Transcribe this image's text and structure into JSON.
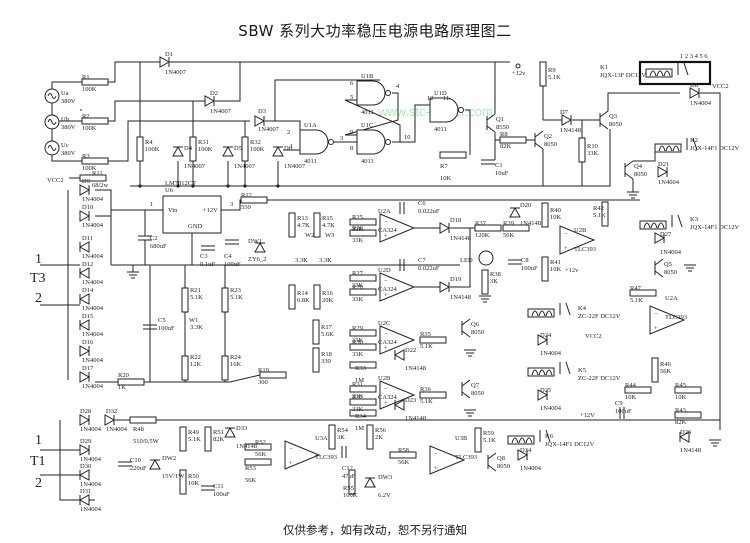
{
  "title": "SBW 系列大功率稳压电源电路原理图二",
  "footer": "仅供参考，如有改动，恕不另行通知",
  "watermark": "www.stc-power.com",
  "power_labels": {
    "vcc2": "VCC2",
    "p12v": "+12V",
    "p12v_lower": "+12v"
  },
  "terminals": {
    "t3": {
      "name": "T3",
      "pin1": "1",
      "pin2": "2"
    },
    "t1": {
      "name": "T1",
      "pin1": "1",
      "pin2": "2"
    }
  },
  "sources": [
    {
      "ref": "Ua",
      "value": "380V"
    },
    {
      "ref": "Ub",
      "value": "380V"
    },
    {
      "ref": "Uc",
      "value": "380V"
    }
  ],
  "resistors": [
    {
      "ref": "R1",
      "value": "100K"
    },
    {
      "ref": "R2",
      "value": "100K"
    },
    {
      "ref": "R3",
      "value": "100K"
    },
    {
      "ref": "R4",
      "value": "100K"
    },
    {
      "ref": "R31",
      "value": "100K"
    },
    {
      "ref": "R32",
      "value": "100K"
    },
    {
      "ref": "R7",
      "value": "10K"
    },
    {
      "ref": "R8",
      "value": "82K"
    },
    {
      "ref": "R9",
      "value": "5.1K"
    },
    {
      "ref": "R10",
      "value": "33K"
    },
    {
      "ref": "R11",
      "value": "68/2w"
    },
    {
      "ref": "R12",
      "value": "550"
    },
    {
      "ref": "R13",
      "value": "4.7K"
    },
    {
      "ref": "R14",
      "value": "6.8K"
    },
    {
      "ref": "R15",
      "value": "4.7K"
    },
    {
      "ref": "R16",
      "value": "20K"
    },
    {
      "ref": "R17",
      "value": "5.6K"
    },
    {
      "ref": "R18",
      "value": "330"
    },
    {
      "ref": "R19",
      "value": "300"
    },
    {
      "ref": "R20",
      "value": "1K"
    },
    {
      "ref": "R21",
      "value": "5.1K"
    },
    {
      "ref": "R22",
      "value": "12K"
    },
    {
      "ref": "R23",
      "value": "5.1K"
    },
    {
      "ref": "R24",
      "value": "16K"
    },
    {
      "ref": "R25",
      "value": "33K"
    },
    {
      "ref": "R26",
      "value": "33K"
    },
    {
      "ref": "R27",
      "value": "33K"
    },
    {
      "ref": "R28",
      "value": "33K"
    },
    {
      "ref": "R29",
      "value": "33K"
    },
    {
      "ref": "R30",
      "value": "33K"
    },
    {
      "ref": "R31b",
      "value": "33K"
    },
    {
      "ref": "R32b",
      "value": "33K"
    },
    {
      "ref": "R33",
      "value": "1M"
    },
    {
      "ref": "R34",
      "value": "1M"
    },
    {
      "ref": "R35",
      "value": "5.1K"
    },
    {
      "ref": "R36",
      "value": "5.1K"
    },
    {
      "ref": "R37",
      "value": "120K"
    },
    {
      "ref": "R38",
      "value": "3K"
    },
    {
      "ref": "R39",
      "value": "56K"
    },
    {
      "ref": "R40",
      "value": "10K"
    },
    {
      "ref": "R41",
      "value": "10K"
    },
    {
      "ref": "R42",
      "value": "5.1K"
    },
    {
      "ref": "R43",
      "value": "82K"
    },
    {
      "ref": "R44",
      "value": "10K"
    },
    {
      "ref": "R45",
      "value": "10K"
    },
    {
      "ref": "R46",
      "value": "56K"
    },
    {
      "ref": "R47",
      "value": "5.1K"
    },
    {
      "ref": "R48",
      "value": "510/0.5W"
    },
    {
      "ref": "R49",
      "value": "5.1K"
    },
    {
      "ref": "R50",
      "value": "10K"
    },
    {
      "ref": "R51",
      "value": "82K"
    },
    {
      "ref": "R52",
      "value": "56K"
    },
    {
      "ref": "R53",
      "value": "56K"
    },
    {
      "ref": "R54",
      "value": "3K"
    },
    {
      "ref": "R55",
      "value": "100K"
    },
    {
      "ref": "R56",
      "value": "2K"
    },
    {
      "ref": "R58",
      "value": "56K"
    },
    {
      "ref": "R59",
      "value": "5.1K"
    }
  ],
  "pots": [
    {
      "ref": "W1",
      "value": "3.3K"
    },
    {
      "ref": "W2",
      "value": "3.3K"
    },
    {
      "ref": "W3",
      "value": "3.3K"
    }
  ],
  "capacitors": [
    {
      "ref": "C1",
      "value": "10uF"
    },
    {
      "ref": "C2",
      "value": "680uF"
    },
    {
      "ref": "C3",
      "value": "0.1uF"
    },
    {
      "ref": "C4",
      "value": "100uF"
    },
    {
      "ref": "C5",
      "value": "100uF"
    },
    {
      "ref": "C6",
      "value": "0.022uF"
    },
    {
      "ref": "C7",
      "value": "0.022uF"
    },
    {
      "ref": "C8",
      "value": "100uF"
    },
    {
      "ref": "C9",
      "value": "100uF"
    },
    {
      "ref": "C10",
      "value": "220uF"
    },
    {
      "ref": "C11",
      "value": "100uF"
    },
    {
      "ref": "C12",
      "value": "47uF"
    }
  ],
  "diodes": [
    {
      "ref": "D1",
      "value": "1N4007"
    },
    {
      "ref": "D2",
      "value": "1N4007"
    },
    {
      "ref": "D3",
      "value": "1N4007"
    },
    {
      "ref": "D4",
      "value": "1N4007"
    },
    {
      "ref": "D5",
      "value": "1N4007"
    },
    {
      "ref": "D6",
      "value": "1N4007"
    },
    {
      "ref": "D7",
      "value": "1N4148"
    },
    {
      "ref": "D8",
      "value": "1N4004"
    },
    {
      "ref": "D9",
      "value": "1N4004"
    },
    {
      "ref": "D10",
      "value": "1N4004"
    },
    {
      "ref": "D11",
      "value": "1N4004"
    },
    {
      "ref": "D12",
      "value": "1N4004"
    },
    {
      "ref": "D14",
      "value": "1N4004"
    },
    {
      "ref": "D15",
      "value": "1N4004"
    },
    {
      "ref": "D16",
      "value": "1N4004"
    },
    {
      "ref": "D17",
      "value": "1N4004"
    },
    {
      "ref": "D18",
      "value": "1N4148"
    },
    {
      "ref": "D19",
      "value": "1N4148"
    },
    {
      "ref": "D20",
      "value": "1N4148"
    },
    {
      "ref": "D21",
      "value": "1N4004"
    },
    {
      "ref": "D22",
      "value": "1N4148"
    },
    {
      "ref": "D23",
      "value": "1N4148"
    },
    {
      "ref": "D24",
      "value": "1N4004"
    },
    {
      "ref": "D25",
      "value": "1N4004"
    },
    {
      "ref": "D26",
      "value": "1N4148"
    },
    {
      "ref": "D27",
      "value": "1N4004"
    },
    {
      "ref": "D28",
      "value": "1N4004"
    },
    {
      "ref": "D29",
      "value": "1N4004"
    },
    {
      "ref": "D30",
      "value": "1N4004"
    },
    {
      "ref": "D31",
      "value": "1N4004"
    },
    {
      "ref": "D32",
      "value": "1N4004"
    },
    {
      "ref": "D33",
      "value": "1N4148"
    },
    {
      "ref": "D34",
      "value": "1N4004"
    }
  ],
  "zeners": [
    {
      "ref": "DW1",
      "value": "ZY6_2"
    },
    {
      "ref": "DW2",
      "value": "15V/1W"
    },
    {
      "ref": "DW3",
      "value": "6.2V"
    }
  ],
  "led": {
    "ref": "LED"
  },
  "transistors": [
    {
      "ref": "Q1",
      "value": "8550"
    },
    {
      "ref": "Q2",
      "value": "8050"
    },
    {
      "ref": "Q3",
      "value": "8050"
    },
    {
      "ref": "Q4",
      "value": "8050"
    },
    {
      "ref": "Q5",
      "value": "8050"
    },
    {
      "ref": "Q6",
      "value": "8050"
    },
    {
      "ref": "Q7",
      "value": "8050"
    },
    {
      "ref": "Q8",
      "value": "8050"
    }
  ],
  "relays": [
    {
      "ref": "K1",
      "value": "JQX-13F DC12V",
      "pins": "1 2 3 4 5 6"
    },
    {
      "ref": "K2",
      "value": "JQX-14F1 DC12V"
    },
    {
      "ref": "K3",
      "value": "JQX-14F1 DC12V"
    },
    {
      "ref": "K4",
      "value": "ZC-22F DC12V"
    },
    {
      "ref": "K5",
      "value": "ZC-22F DC12V"
    },
    {
      "ref": "K6",
      "value": "JQX-14F1 DC12V"
    }
  ],
  "ics": {
    "u1a": {
      "ref": "U1A",
      "part": "4011",
      "pins": [
        "2",
        "1",
        "3"
      ]
    },
    "u1b": {
      "ref": "U1B",
      "part": "4011",
      "pins": [
        "6",
        "5",
        "4"
      ]
    },
    "u1c": {
      "ref": "U1C",
      "part": "4011",
      "pins": [
        "9",
        "8",
        "10"
      ]
    },
    "u1d": {
      "ref": "U1D",
      "part": "4011",
      "pins": [
        "12",
        "13",
        "11"
      ]
    },
    "u2a": {
      "ref": "U2A",
      "part": "CA324",
      "pins": [
        "2",
        "3",
        "1"
      ]
    },
    "u2b": {
      "ref": "U2B",
      "part": "CA324",
      "pins": [
        "6",
        "5",
        "7"
      ]
    },
    "u2c": {
      "ref": "U2C",
      "part": "CA324",
      "pins": [
        "9",
        "10",
        "8"
      ]
    },
    "u2d": {
      "ref": "U2D",
      "part": "CA324",
      "pins": [
        "13",
        "12",
        "14"
      ]
    },
    "u2b_tlc": {
      "ref": "U2B",
      "part": "TLC393",
      "pins": [
        "5",
        "6"
      ]
    },
    "u2a_tlc": {
      "ref": "U2A",
      "part": "TLC393",
      "pins": [
        "8",
        "4"
      ]
    },
    "u3a": {
      "ref": "U3A",
      "part": "TLC393",
      "pins": [
        "2",
        "3",
        "1"
      ]
    },
    "u3b": {
      "ref": "U3B",
      "part": "TLC393",
      "pins": [
        "5",
        "6",
        "7"
      ]
    },
    "u6": {
      "ref": "U6",
      "part": "LM7812CT",
      "vin": "Vin",
      "vout": "+12V",
      "gnd": "GND",
      "pins": [
        "1",
        "3"
      ]
    }
  }
}
